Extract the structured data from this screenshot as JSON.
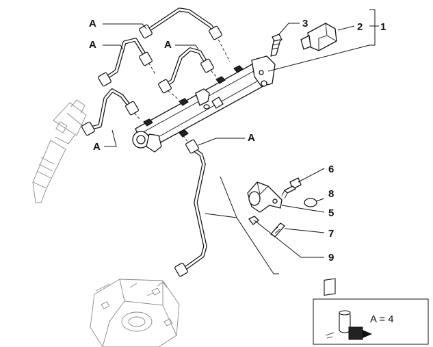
{
  "callouts": {
    "a1": "A",
    "a2": "A",
    "a3": "A",
    "a4": "A",
    "a5": "A",
    "n1": "1",
    "n2": "2",
    "n3": "3",
    "n5": "5",
    "n6": "6",
    "n7": "7",
    "n8": "8",
    "n9": "9"
  },
  "legend": {
    "text": "A = 4"
  }
}
